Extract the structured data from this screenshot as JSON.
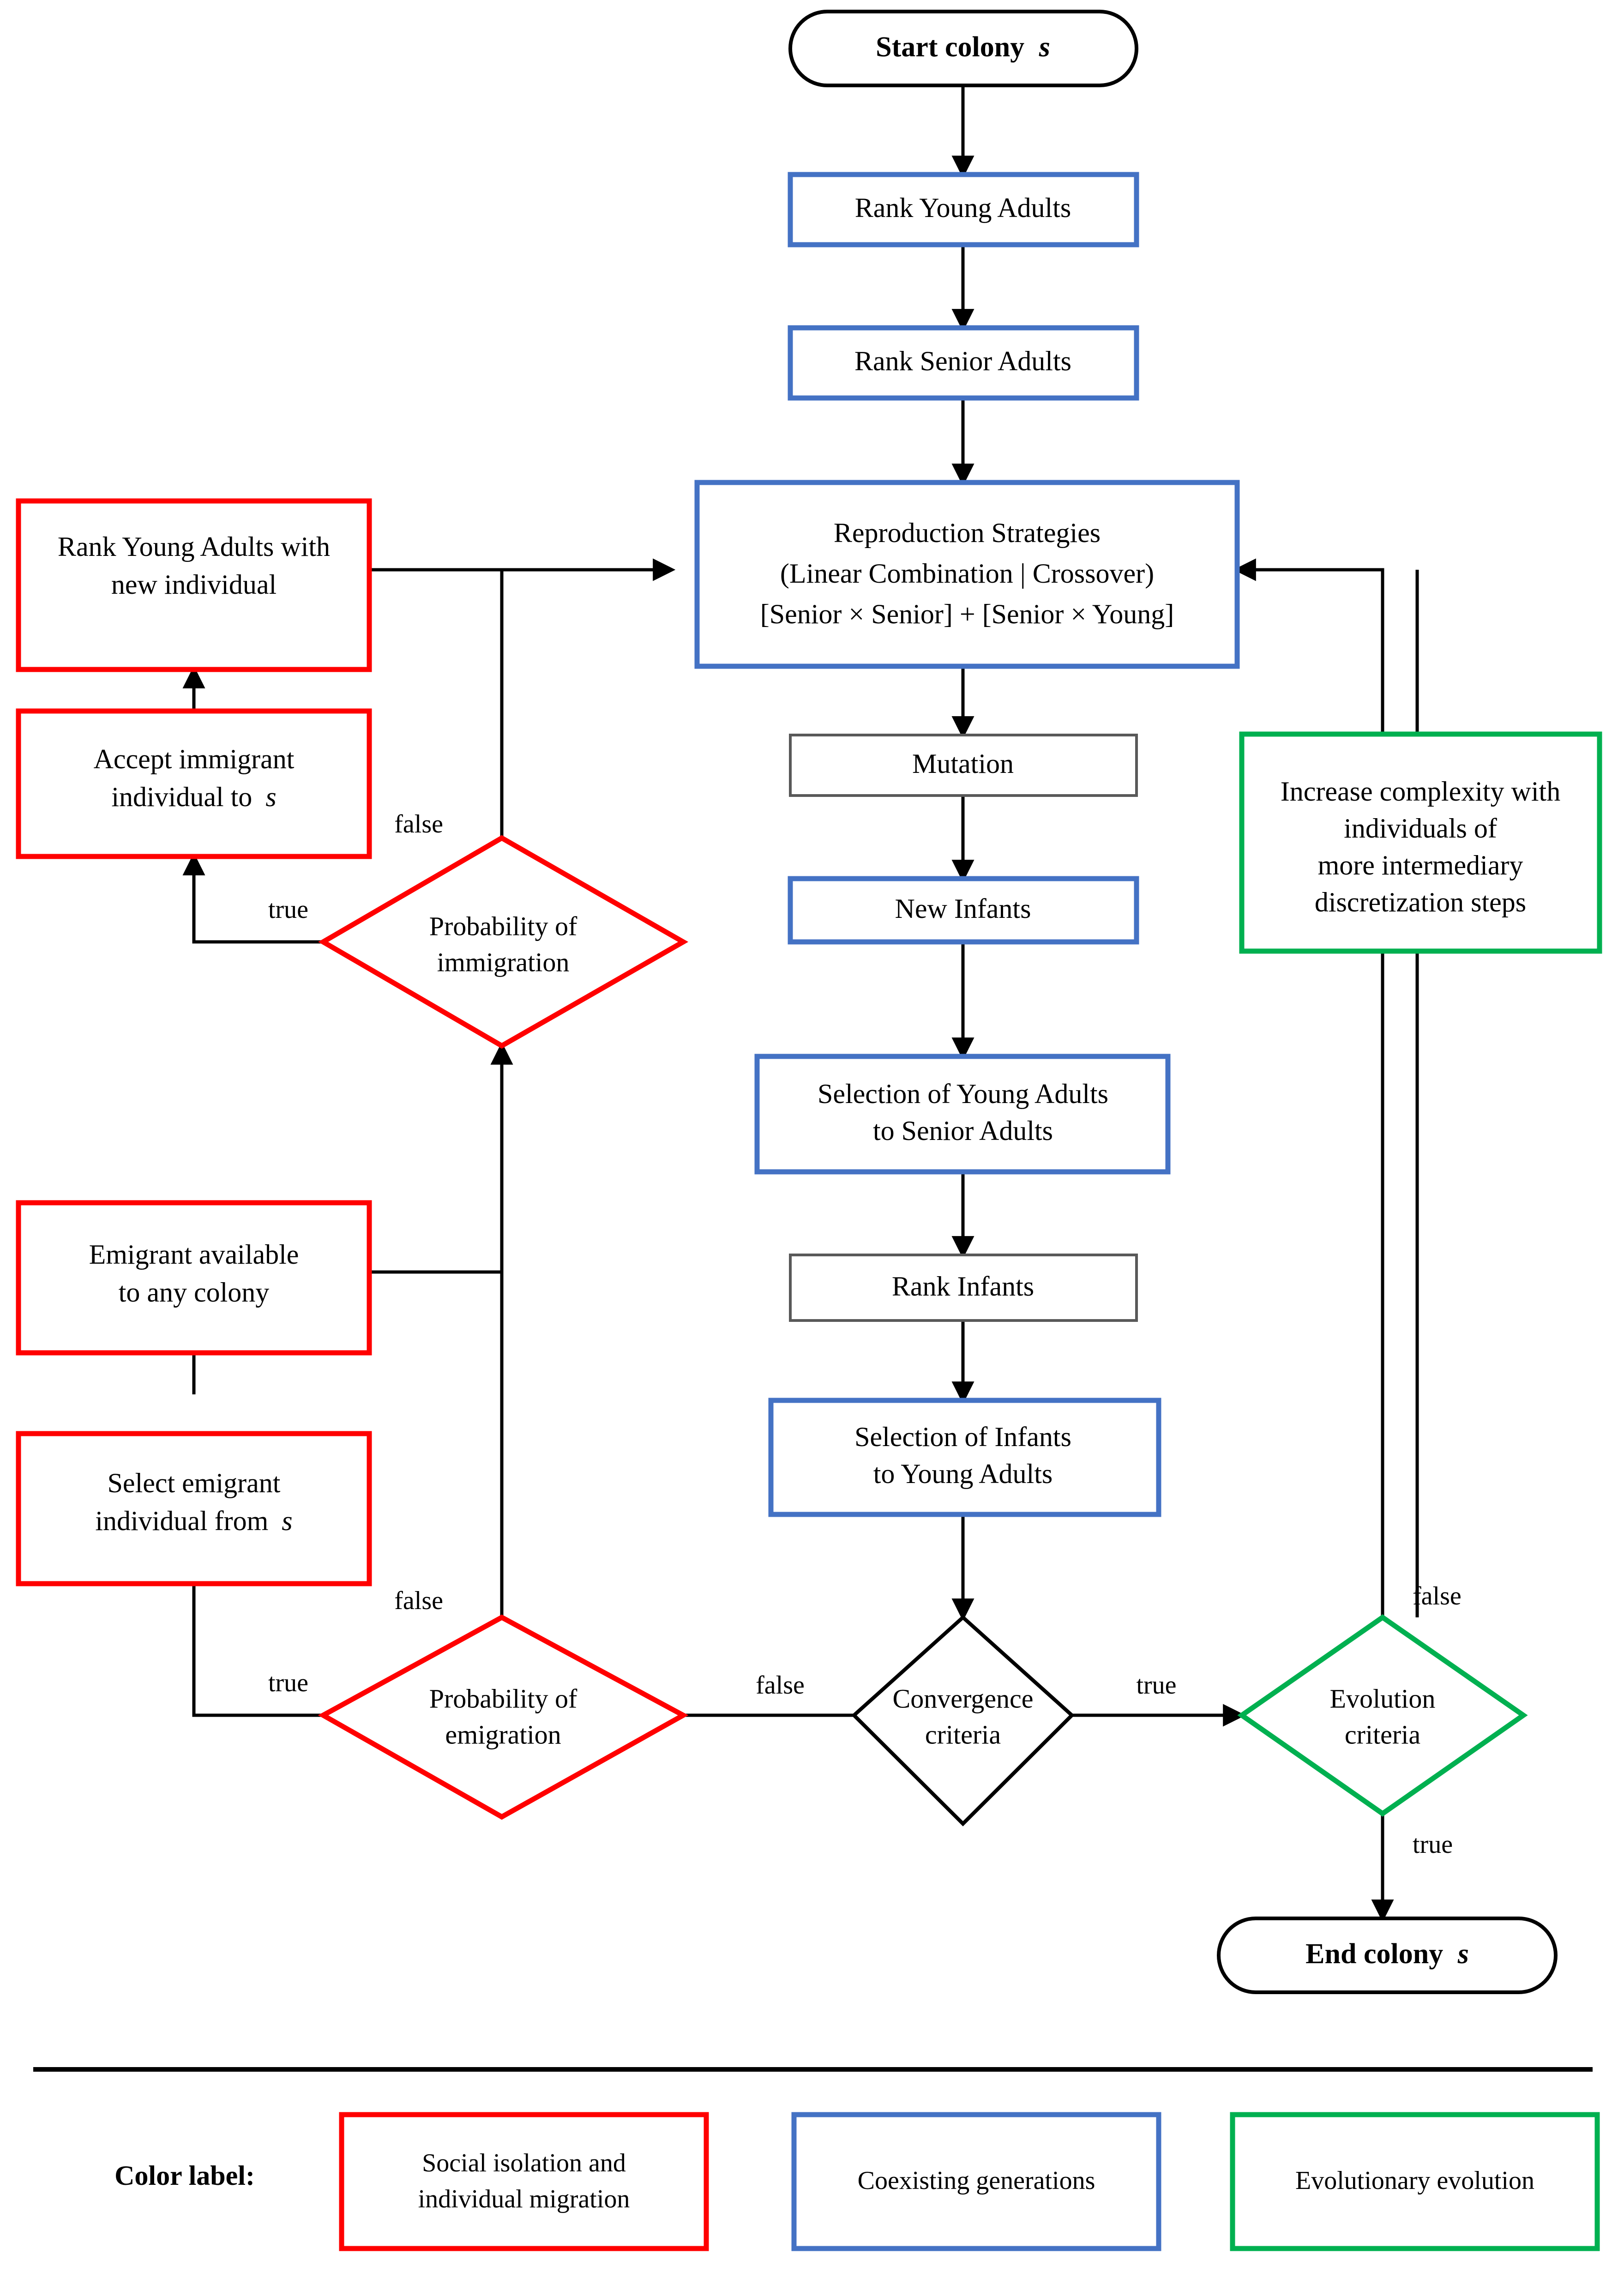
{
  "diagram": {
    "title": "Colony evolutionary algorithm flowchart",
    "colors": {
      "blue": "#4472c4",
      "red": "#ff0000",
      "green": "#00b050",
      "black": "#000000",
      "gray": "#595959"
    },
    "nodes": {
      "start": {
        "label": "Start colony",
        "italic_suffix": "s",
        "shape": "terminal",
        "color": "black"
      },
      "rank_young_adults": {
        "label": "Rank Young Adults",
        "shape": "process",
        "color": "blue"
      },
      "rank_senior_adults": {
        "label": "Rank Senior Adults",
        "shape": "process",
        "color": "blue"
      },
      "reproduction": {
        "line1": "Reproduction Strategies",
        "line2": "(Linear Combination | Crossover)",
        "line3": "[Senior × Senior] + [Senior × Young]",
        "shape": "process",
        "color": "blue"
      },
      "mutation": {
        "label": "Mutation",
        "shape": "process",
        "color": "gray"
      },
      "new_infants": {
        "label": "New Infants",
        "shape": "process",
        "color": "blue"
      },
      "selection_young_to_senior": {
        "line1": "Selection of Young Adults",
        "line2": "to Senior Adults",
        "shape": "process",
        "color": "blue"
      },
      "rank_infants": {
        "label": "Rank Infants",
        "shape": "process",
        "color": "gray"
      },
      "selection_infants_to_young": {
        "line1": "Selection of Infants",
        "line2": "to Young Adults",
        "shape": "process",
        "color": "blue"
      },
      "convergence_criteria": {
        "line1": "Convergence",
        "line2": "criteria",
        "shape": "decision",
        "color": "black"
      },
      "evolution_criteria": {
        "line1": "Evolution",
        "line2": "criteria",
        "shape": "decision",
        "color": "green"
      },
      "increase_complexity": {
        "line1": "Increase complexity with",
        "line2": "individuals of",
        "line3": "more intermediary",
        "line4": "discretization steps",
        "shape": "process",
        "color": "green"
      },
      "end": {
        "label": "End colony",
        "italic_suffix": "s",
        "shape": "terminal",
        "color": "black"
      },
      "probability_immigration": {
        "line1": "Probability of",
        "line2": "immigration",
        "shape": "decision",
        "color": "red"
      },
      "probability_emigration": {
        "line1": "Probability of",
        "line2": "emigration",
        "shape": "decision",
        "color": "red"
      },
      "rank_young_with_new": {
        "line1": "Rank Young Adults with",
        "line2": "new individual",
        "shape": "process",
        "color": "red"
      },
      "accept_immigrant": {
        "line1": "Accept immigrant",
        "line2_prefix": "individual to",
        "line2_italic": "s",
        "shape": "process",
        "color": "red"
      },
      "emigrant_available": {
        "line1": "Emigrant available",
        "line2": "to any colony",
        "shape": "process",
        "color": "red"
      },
      "select_emigrant": {
        "line1": "Select emigrant",
        "line2_prefix": "individual from",
        "line2_italic": "s",
        "shape": "process",
        "color": "red"
      }
    },
    "edge_labels": {
      "immigration_false": "false",
      "immigration_true": "true",
      "emigration_false": "false",
      "emigration_true": "true",
      "convergence_false": "false",
      "convergence_true": "true",
      "evolution_false": "false",
      "evolution_true": "true"
    }
  },
  "legend": {
    "title": "Color label:",
    "items": [
      {
        "line1": "Social isolation and",
        "line2": "individual migration",
        "color": "#ff0000",
        "name": "social-isolation"
      },
      {
        "line1": "Coexisting generations",
        "line2": "",
        "color": "#4472c4",
        "name": "coexisting-generations"
      },
      {
        "line1": "Evolutionary evolution",
        "line2": "",
        "color": "#00b050",
        "name": "evolutionary-evolution"
      }
    ]
  }
}
